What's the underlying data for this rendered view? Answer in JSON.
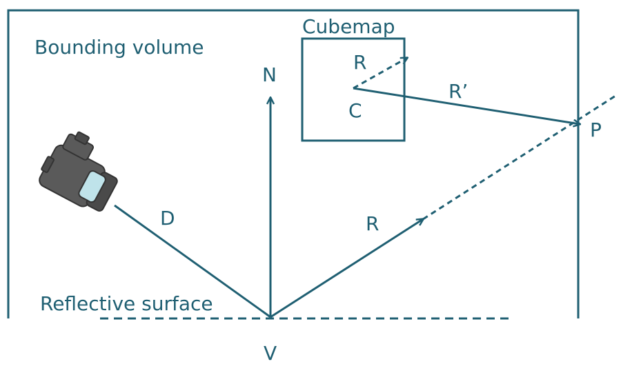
{
  "labels": {
    "bounding_volume": "Bounding volume",
    "cubemap": "Cubemap",
    "reflective_surface": "Reflective surface",
    "normal": "N",
    "incident": "D",
    "reflected": "R",
    "cubemap_reflected": "R",
    "corrected": "R’",
    "center": "C",
    "vertex": "V",
    "intersection": "P"
  },
  "colors": {
    "line": "#1f5f72",
    "text": "#1f5f72",
    "camera_body": "#5a5a5a",
    "camera_lens": "#bfe3ea"
  },
  "icons": {
    "camera": "video-camera-icon"
  }
}
